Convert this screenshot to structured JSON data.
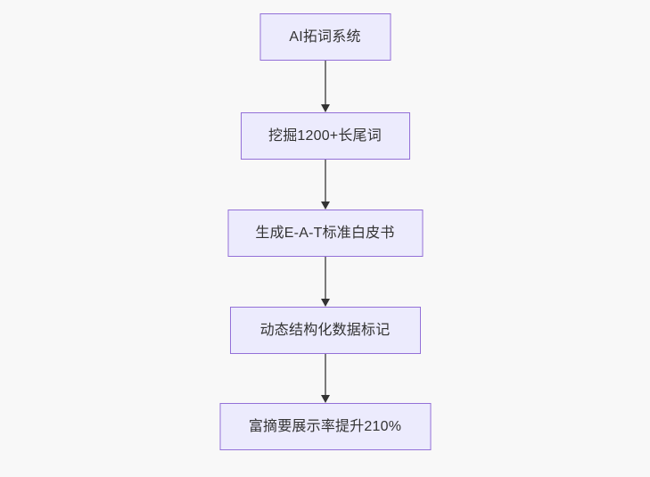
{
  "diagram": {
    "type": "flowchart",
    "orientation": "top-to-bottom",
    "background_color": "#f8f8f8",
    "node_fill_color": "#ecebfd",
    "node_border_color": "#9370d8",
    "node_text_color": "#333333",
    "edge_color": "#7b7b7b",
    "arrowhead_color": "#333333",
    "nodes": [
      {
        "id": "n0",
        "label": "AI拓词系统"
      },
      {
        "id": "n1",
        "label": "挖掘1200+长尾词"
      },
      {
        "id": "n2",
        "label": "生成E-A-T标准白皮书"
      },
      {
        "id": "n3",
        "label": "动态结构化数据标记"
      },
      {
        "id": "n4",
        "label": "富摘要展示率提升210%"
      }
    ],
    "edges": [
      {
        "id": "e0",
        "from": "n0",
        "to": "n1",
        "label": ""
      },
      {
        "id": "e1",
        "from": "n1",
        "to": "n2",
        "label": ""
      },
      {
        "id": "e2",
        "from": "n2",
        "to": "n3",
        "label": ""
      },
      {
        "id": "e3",
        "from": "n3",
        "to": "n4",
        "label": ""
      }
    ]
  }
}
